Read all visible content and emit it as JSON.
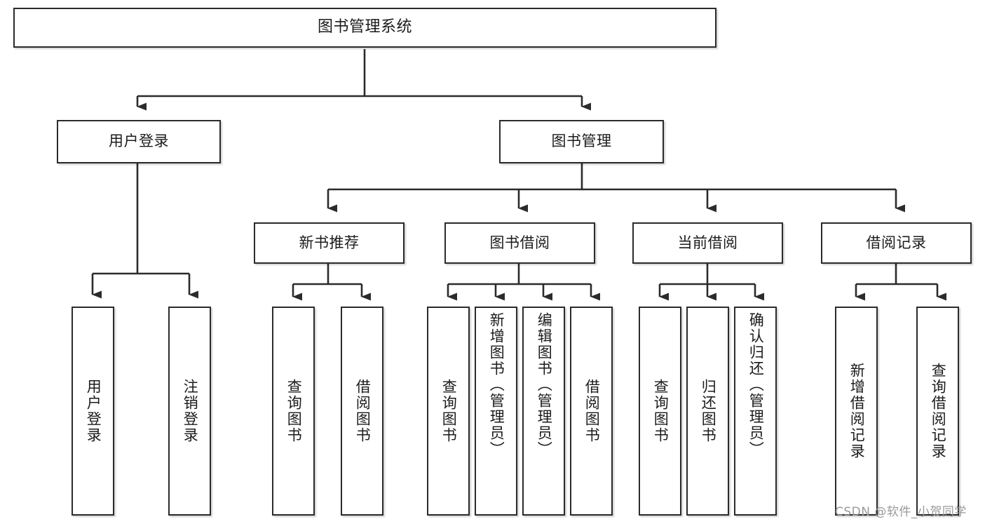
{
  "diagram": {
    "type": "tree-hierarchy",
    "title": "图书管理系统",
    "orientation": "top-down",
    "colors": {
      "box_border": "#2b2b2b",
      "box_fill": "#ffffff",
      "connector": "#2b2b2b",
      "watermark": "#9a9a9a",
      "background": "#ffffff"
    }
  },
  "nodes": {
    "root": {
      "label": "图书管理系统"
    },
    "level2": [
      {
        "id": "user-login",
        "label": "用户登录"
      },
      {
        "id": "book-manage",
        "label": "图书管理"
      }
    ],
    "level3": [
      {
        "id": "new-book-recommend",
        "label": "新书推荐"
      },
      {
        "id": "book-borrow",
        "label": "图书借阅"
      },
      {
        "id": "current-borrow",
        "label": "当前借阅"
      },
      {
        "id": "borrow-record",
        "label": "借阅记录"
      }
    ],
    "leaves": {
      "user-login": [
        {
          "id": "leaf-user-login",
          "label": "用户登录",
          "align": "center"
        },
        {
          "id": "leaf-user-logout",
          "label": "注销登录",
          "align": "center"
        }
      ],
      "new-book-recommend": [
        {
          "id": "leaf-query-book-1",
          "label": "查询图书",
          "align": "center"
        },
        {
          "id": "leaf-borrow-book-1",
          "label": "借阅图书",
          "align": "center"
        }
      ],
      "book-borrow": [
        {
          "id": "leaf-query-book-2",
          "label": "查询图书",
          "align": "center"
        },
        {
          "id": "leaf-add-book",
          "label": "新增图书（管理员）",
          "align": "top"
        },
        {
          "id": "leaf-edit-book",
          "label": "编辑图书（管理员）",
          "align": "top"
        },
        {
          "id": "leaf-borrow-book-2",
          "label": "借阅图书",
          "align": "center"
        }
      ],
      "current-borrow": [
        {
          "id": "leaf-query-book-3",
          "label": "查询图书",
          "align": "center"
        },
        {
          "id": "leaf-return-book",
          "label": "归还图书",
          "align": "center"
        },
        {
          "id": "leaf-confirm-return",
          "label": "确认归还（管理员）",
          "align": "top"
        }
      ],
      "borrow-record": [
        {
          "id": "leaf-add-record",
          "label": "新增借阅记录",
          "align": "center"
        },
        {
          "id": "leaf-query-record",
          "label": "查询借阅记录",
          "align": "center"
        }
      ]
    }
  },
  "watermark": {
    "text": "CSDN @软件_小贺同学"
  }
}
